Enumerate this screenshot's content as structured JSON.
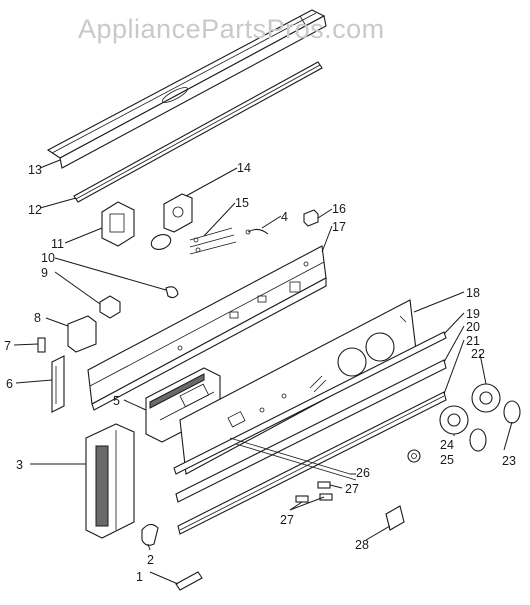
{
  "watermark": "AppliancePartsPros.com",
  "callouts": [
    {
      "id": "c1",
      "text": "1"
    },
    {
      "id": "c2",
      "text": "2"
    },
    {
      "id": "c3",
      "text": "3"
    },
    {
      "id": "c4",
      "text": "4"
    },
    {
      "id": "c5",
      "text": "5"
    },
    {
      "id": "c6",
      "text": "6"
    },
    {
      "id": "c7",
      "text": "7"
    },
    {
      "id": "c8",
      "text": "8"
    },
    {
      "id": "c9",
      "text": "9"
    },
    {
      "id": "c10",
      "text": "10"
    },
    {
      "id": "c11",
      "text": "11"
    },
    {
      "id": "c12",
      "text": "12"
    },
    {
      "id": "c13",
      "text": "13"
    },
    {
      "id": "c14",
      "text": "14"
    },
    {
      "id": "c15",
      "text": "15"
    },
    {
      "id": "c16",
      "text": "16"
    },
    {
      "id": "c17",
      "text": "17"
    },
    {
      "id": "c18",
      "text": "18"
    },
    {
      "id": "c19",
      "text": "19"
    },
    {
      "id": "c20",
      "text": "20"
    },
    {
      "id": "c21",
      "text": "21"
    },
    {
      "id": "c22",
      "text": "22"
    },
    {
      "id": "c23",
      "text": "23"
    },
    {
      "id": "c24",
      "text": "24"
    },
    {
      "id": "c25",
      "text": "25"
    },
    {
      "id": "c26",
      "text": "26"
    },
    {
      "id": "c27a",
      "text": "27"
    },
    {
      "id": "c27b",
      "text": "27"
    },
    {
      "id": "c28",
      "text": "28"
    }
  ]
}
